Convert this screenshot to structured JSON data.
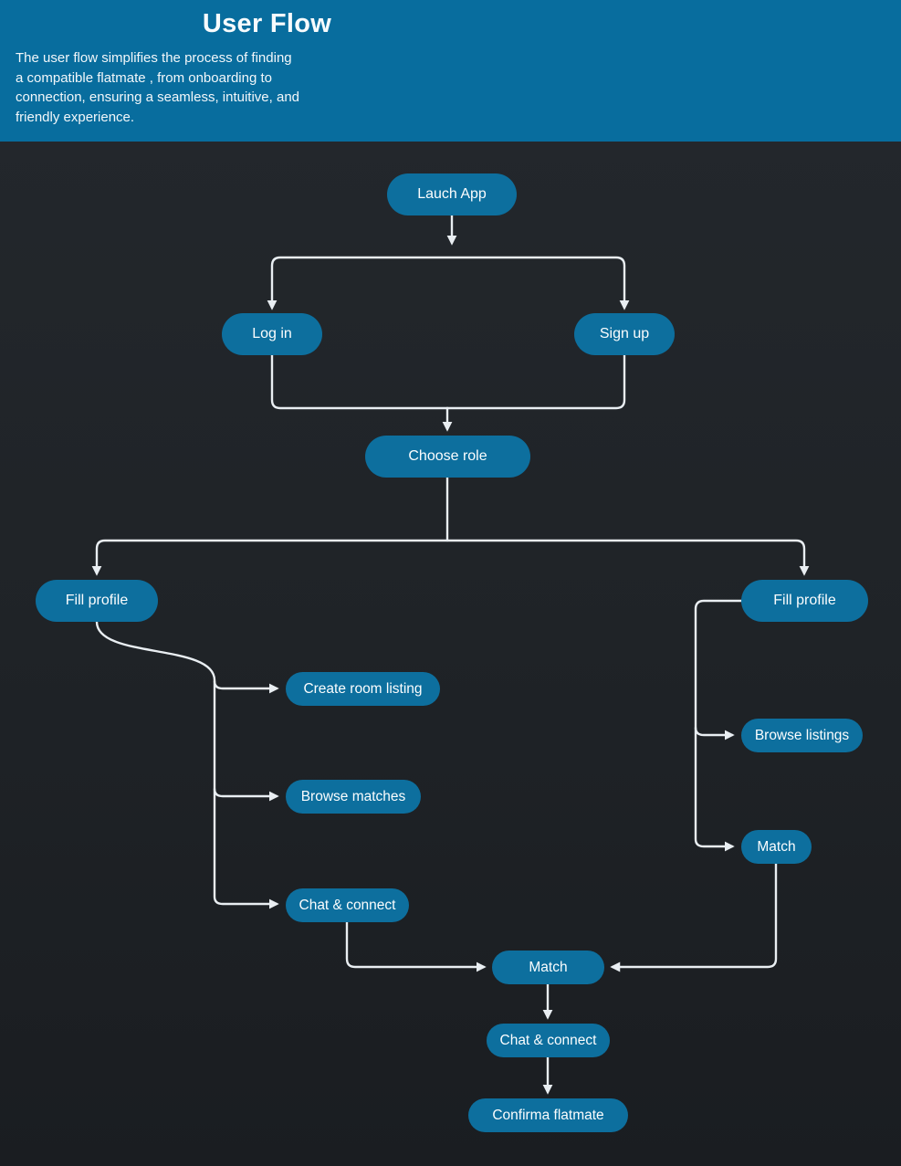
{
  "header": {
    "title": "User Flow",
    "description": "The user flow simplifies the process of finding\na compatible flatmate , from onboarding to\nconnection, ensuring a seamless, intuitive, and\nfriendly experience."
  },
  "colors": {
    "header_bg": "#086d9e",
    "node_bg": "#0d6f9e",
    "page_bg": "#1f2327",
    "connector": "#e9eef2",
    "text": "#fbfdfe"
  },
  "nodes": {
    "launch_app": {
      "label": "Lauch App"
    },
    "log_in": {
      "label": "Log in"
    },
    "sign_up": {
      "label": "Sign up"
    },
    "choose_role": {
      "label": "Choose role"
    },
    "fill_profile_left": {
      "label": "Fill profile"
    },
    "fill_profile_right": {
      "label": "Fill profile"
    },
    "create_room_listing": {
      "label": "Create room listing"
    },
    "browse_matches": {
      "label": "Browse matches"
    },
    "chat_connect_left": {
      "label": "Chat & connect"
    },
    "browse_listings": {
      "label": "Browse listings"
    },
    "match_right": {
      "label": "Match"
    },
    "match_center": {
      "label": "Match"
    },
    "chat_connect_center": {
      "label": "Chat & connect"
    },
    "confirm_flatmate": {
      "label": "Confirma flatmate"
    }
  }
}
